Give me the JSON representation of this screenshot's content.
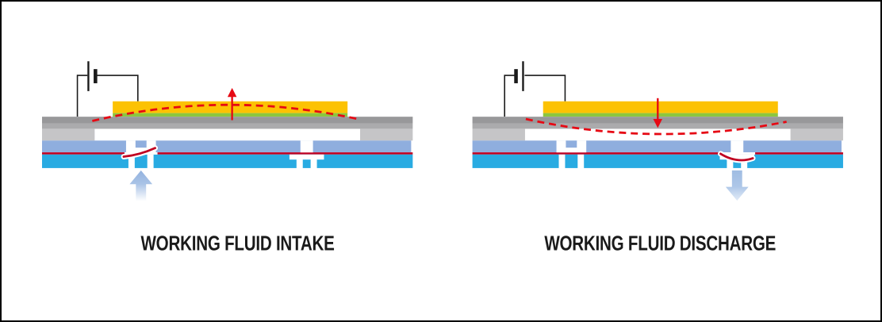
{
  "panels": {
    "intake": {
      "caption": "WORKING FLUID INTAKE",
      "membrane_deflection": "up",
      "deflection_arrow_direction": "up",
      "battery_polarity": "long-plate-left",
      "inlet_valve_state": "open",
      "outlet_valve_state": "closed",
      "fluid_arrow": {
        "position": "below-inlet-valve",
        "direction": "up"
      }
    },
    "discharge": {
      "caption": "WORKING FLUID DISCHARGE",
      "membrane_deflection": "down",
      "deflection_arrow_direction": "down",
      "battery_polarity": "long-plate-right",
      "inlet_valve_state": "closed",
      "outlet_valve_state": "open",
      "fluid_arrow": {
        "position": "below-outlet-valve",
        "direction": "down"
      }
    }
  },
  "colors": {
    "background": "#FFFFFF",
    "border": "#000000",
    "wire_black": "#1A1A1A",
    "actuator_yellow": "#FCC203",
    "electrode_green": "#8CC63F",
    "membrane_gray": "#98989A",
    "membrane_gray_light": "#ABABAD",
    "support_gray": "#C5C5C7",
    "valve_plate_blue": "#8FAEDE",
    "valve_film_red": "#C00021",
    "base_cyan": "#29ABE2",
    "deflection_red": "#E60914",
    "fluid_blue": "#A9C3E6",
    "caption_text": "#1A1A1A"
  }
}
